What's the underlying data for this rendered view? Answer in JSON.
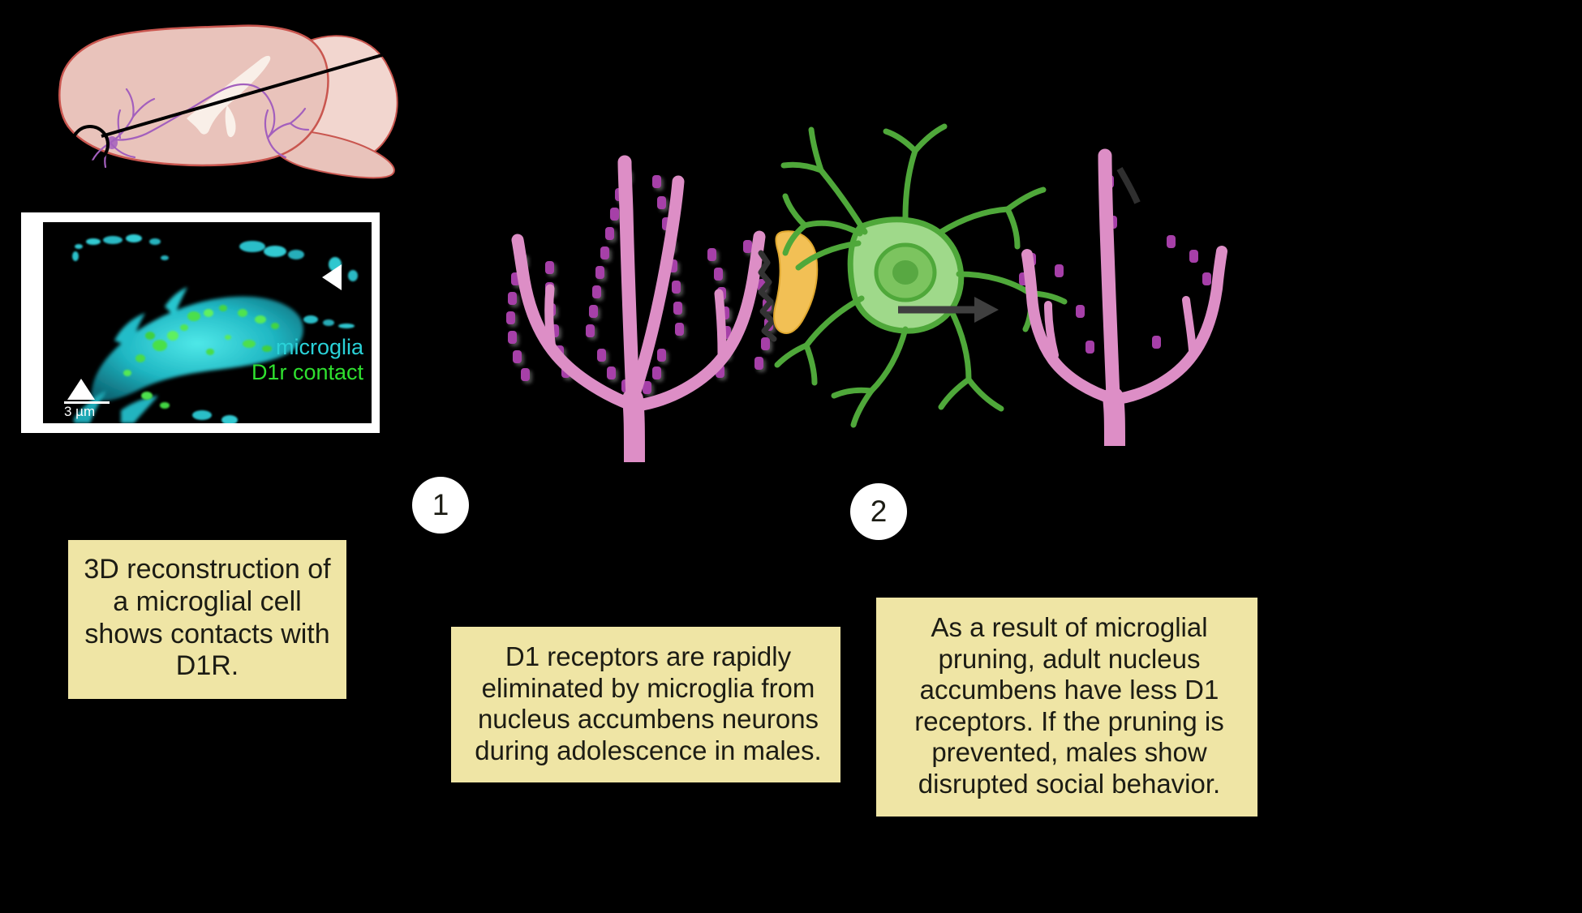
{
  "figure": {
    "background_color": "#000000",
    "accent_caption_bg": "#efe5a5"
  },
  "brain_panel": {
    "name": "sagittal-mouse-brain-illustration",
    "brain_fill": "#e9c3bb",
    "brain_stroke": "#c9564f",
    "cerebellum_fill": "#f2d6cf",
    "ventricle_fill": "#f7efe9",
    "neuron_color": "#a35fbd",
    "pointer_color": "#000000",
    "callout_circle_color": "#000000"
  },
  "microscopy_panel": {
    "name": "3d-reconstruction-panel",
    "frame_color": "#ffffff",
    "image_bg": "#000000",
    "labels": {
      "microglia": "microglia",
      "microglia_color": "#2ad2d8",
      "d1r_contact": "D1r contact",
      "d1r_contact_color": "#2fe02f"
    },
    "scale_bar": {
      "text": "3 µm",
      "color": "#ffffff"
    },
    "arrowhead": "open-left-triangle"
  },
  "captions": {
    "microscopy": {
      "text": "3D reconstruction of a microglial cell shows contacts with D1R."
    },
    "step_1": {
      "number": "1",
      "text": "D1 receptors are rapidly eliminated by microglia from nucleus accumbens neurons during adolescence in males."
    },
    "step_2": {
      "number": "2",
      "text": "As a result of microglial pruning, adult nucleus accumbens have less D1 receptors. If the pruning is prevented, males show disrupted social behavior."
    }
  },
  "diagram": {
    "dendrite": {
      "name": "spiny-dendrite-before-pruning",
      "shaft_color": "#dd8ec6",
      "shaft_stroke": "#d070b4",
      "spine_color": "#a63fa8",
      "spine_shadow": "#5a5a5a"
    },
    "microglia_cell": {
      "name": "microglia-cell",
      "body_color": "#9fd98a",
      "outline_color": "#4fa83a",
      "nucleus_color": "#7cc45f",
      "nucleolus_color": "#58a842"
    },
    "phagocytic_process": {
      "name": "phagocytic-cup",
      "color": "#f2c055",
      "outline": "#e0a82f"
    },
    "engulfed_receptor": {
      "name": "engulfed-receptor-trail",
      "color": "#333333"
    },
    "pruned_dendrite": {
      "name": "dendrite-after-pruning",
      "shaft_color": "#dd8ec6",
      "spine_color": "#a63fa8"
    },
    "transition_arrow": {
      "name": "pruning-arrow",
      "color": "#3f3f3f"
    }
  }
}
